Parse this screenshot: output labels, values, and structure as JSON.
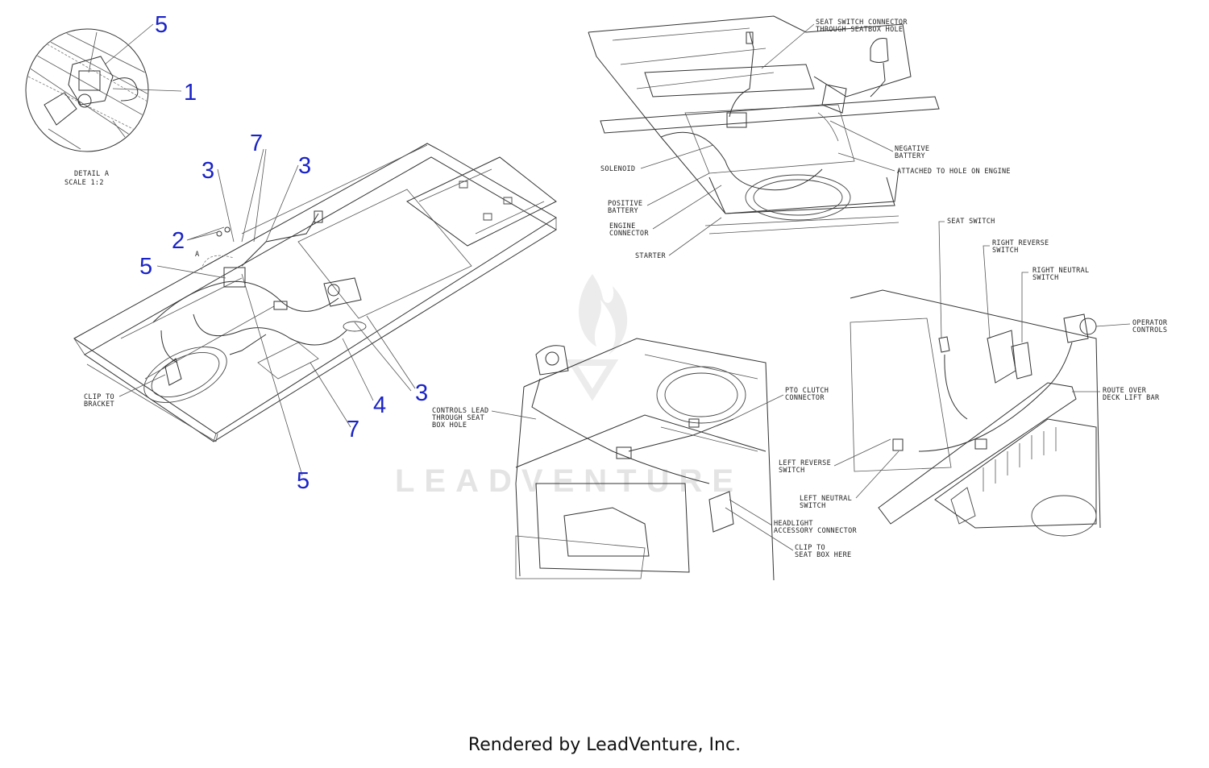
{
  "detail": {
    "title": "DETAIL A",
    "scale": "SCALE 1:2",
    "marker": "A"
  },
  "callouts": [
    "5",
    "1",
    "7",
    "3",
    "3",
    "2",
    "5",
    "3",
    "4",
    "7",
    "5"
  ],
  "labels": {
    "clip_to_bracket": [
      "CLIP TO",
      "BRACKET"
    ],
    "seat_switch_connector": [
      "SEAT SWITCH CONNECTOR",
      "THROUGH SEATBOX HOLE"
    ],
    "negative_battery": [
      "NEGATIVE",
      "BATTERY"
    ],
    "attached_hole": [
      "ATTACHED TO HOLE ON ENGINE"
    ],
    "solenoid": [
      "SOLENOID"
    ],
    "positive_battery": [
      "POSITIVE",
      "BATTERY"
    ],
    "engine_connector": [
      "ENGINE",
      "CONNECTOR"
    ],
    "starter": [
      "STARTER"
    ],
    "seat_switch": [
      "SEAT SWITCH"
    ],
    "right_reverse": [
      "RIGHT REVERSE",
      "SWITCH"
    ],
    "right_neutral": [
      "RIGHT NEUTRAL",
      "SWITCH"
    ],
    "operator_controls": [
      "OPERATOR",
      "CONTROLS"
    ],
    "route_over": [
      "ROUTE OVER",
      "DECK LIFT BAR"
    ],
    "left_reverse": [
      "LEFT REVERSE",
      "SWITCH"
    ],
    "left_neutral": [
      "LEFT NEUTRAL",
      "SWITCH"
    ],
    "controls_lead": [
      "CONTROLS LEAD",
      "THROUGH SEAT",
      "BOX HOLE"
    ],
    "pto_clutch": [
      "PTO CLUTCH",
      "CONNECTOR"
    ],
    "headlight": [
      "HEADLIGHT",
      "ACCESSORY CONNECTOR"
    ],
    "clip_seat_box": [
      "CLIP TO",
      "SEAT BOX HERE"
    ]
  },
  "watermark": "LEADVENTURE",
  "footer": "Rendered by LeadVenture, Inc."
}
